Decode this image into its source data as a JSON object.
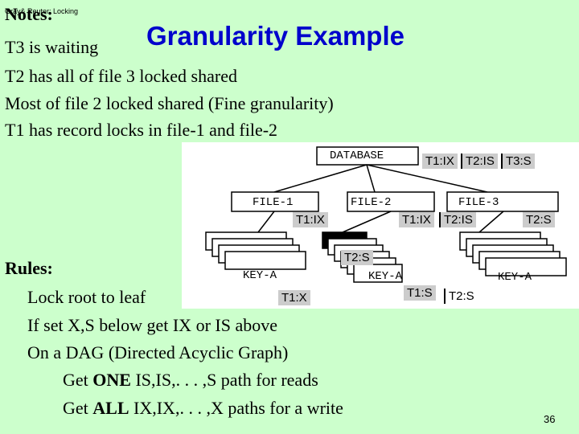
{
  "header": {
    "note": "Gray& Reuter: Locking"
  },
  "title": "Granularity Example",
  "notes": {
    "heading": "Notes:",
    "lines": [
      "T3 is waiting",
      "T2 has all of file 3 locked shared",
      "Most of file 2 locked shared (Fine granularity)",
      "T1 has record locks in file-1 and file-2"
    ]
  },
  "diagram": {
    "database": {
      "label": "DATABASE",
      "locks": [
        "T1:IX",
        "T2:IS",
        "T3:S"
      ]
    },
    "files": [
      {
        "label": "FILE-1",
        "locks": [
          "T1:IX"
        ],
        "key_label": "KEY-A",
        "key_locks": [
          "T1:X"
        ]
      },
      {
        "label": "FILE-2",
        "locks": [
          "T1:IX",
          "T2:IS"
        ],
        "key_label": "KEY-A",
        "key_locks": [
          "T1:S",
          "T2:S"
        ],
        "page_locks": [
          "T2:S"
        ]
      },
      {
        "label": "FILE-3",
        "locks": [
          "T2:S"
        ],
        "key_label": "KEY-A"
      }
    ]
  },
  "rules": {
    "heading": "Rules:",
    "lines": [
      "Lock root to leaf",
      "If set X,S below get IX or IS above",
      "On a DAG (Directed Acyclic Graph)"
    ],
    "sub_lines": [
      {
        "pre": "Get ",
        "bold": "ONE",
        "post": " IS,IS,. . . ,S path for reads"
      },
      {
        "pre": "Get ",
        "bold": "ALL",
        "post": " IX,IX,. . . ,X paths for a write"
      }
    ]
  },
  "page_number": "36"
}
